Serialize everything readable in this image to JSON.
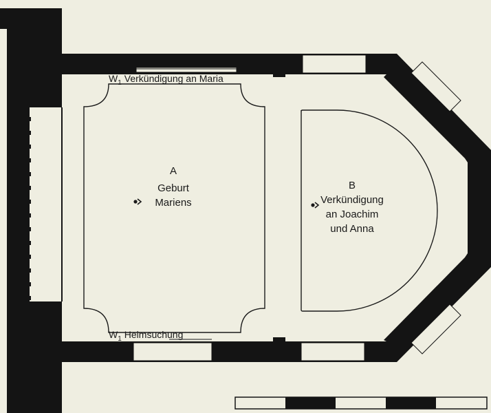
{
  "colors": {
    "background": "#efeee1",
    "wall": "#141414",
    "window": "#efeee1",
    "line": "#1a1a1a"
  },
  "field_a": {
    "letter": "A",
    "line1": "Geburt",
    "line2": "Mariens",
    "marker_icon": "center-point-icon"
  },
  "field_b": {
    "letter": "B",
    "line1": "Verkündigung",
    "line2": "an Joachim",
    "line3": "und Anna",
    "marker_icon": "center-point-icon"
  },
  "wall_labels": {
    "north": {
      "prefix": "W",
      "subscript": "1",
      "text": "Verkündigung an Maria"
    },
    "south": {
      "prefix": "W",
      "subscript": "1",
      "text": "Heimsuchung"
    }
  },
  "scale_bar": {
    "segments": 5
  }
}
